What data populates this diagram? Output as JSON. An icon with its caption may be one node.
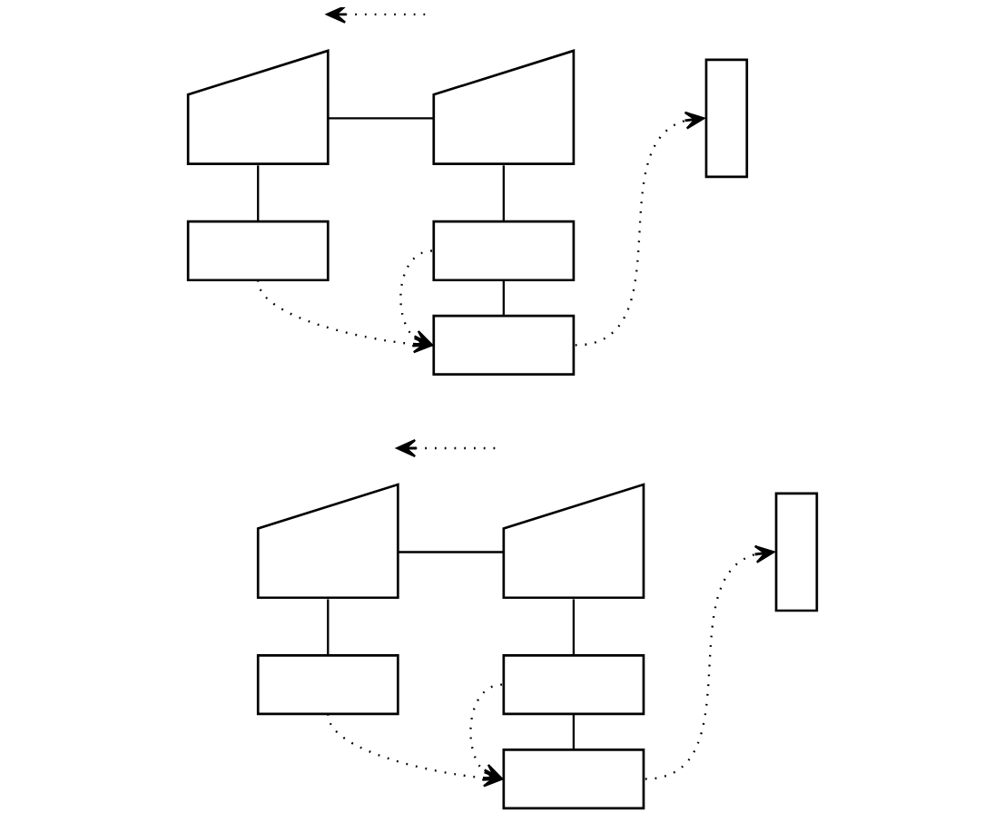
{
  "diagram": {
    "nodes": [
      {
        "text": [],
        "shape": "trapezoid"
      },
      {
        "text": [],
        "shape": "trapezoid"
      },
      {
        "text": [],
        "shape": "document"
      },
      {
        "text": [],
        "shape": "box"
      },
      {
        "text": [],
        "shape": "box"
      },
      {
        "text": [],
        "shape": "box"
      },
      {
        "text": [],
        "shape": "trapezoid"
      },
      {
        "text": [],
        "shape": "trapezoid"
      },
      {
        "text": [],
        "shape": "document"
      },
      {
        "text": [],
        "shape": "box"
      },
      {
        "text": [],
        "shape": "box"
      },
      {
        "text": [],
        "shape": "box"
      }
    ],
    "edges": [
      {
        "from": 0,
        "to": 1,
        "arrow": "none"
      },
      {
        "from": 0,
        "to": 3,
        "arrow": "none"
      },
      {
        "from": 1,
        "to": 4,
        "arrow": "none"
      },
      {
        "from": 4,
        "to": 5,
        "arrow": "none"
      },
      {
        "from": 4,
        "to": 5,
        "arrow": "to",
        "style": "dashed"
      },
      {
        "from": 3,
        "to": 5,
        "arrow": "to",
        "style": "dashed"
      },
      {
        "from": 5,
        "to": 2,
        "arrow": "to",
        "style": "dashed"
      },
      {
        "from": 6,
        "to": 7,
        "arrow": "none"
      },
      {
        "from": 6,
        "to": 9,
        "arrow": "none"
      },
      {
        "from": 7,
        "to": 10,
        "arrow": "none"
      },
      {
        "from": 10,
        "to": 11,
        "arrow": "none"
      },
      {
        "from": 10,
        "to": 11,
        "arrow": "to",
        "style": "dashed"
      },
      {
        "from": 9,
        "to": 11,
        "arrow": "to",
        "style": "dashed"
      },
      {
        "from": 11,
        "to": 8,
        "arrow": "to",
        "style": "dashed"
      }
    ]
  }
}
